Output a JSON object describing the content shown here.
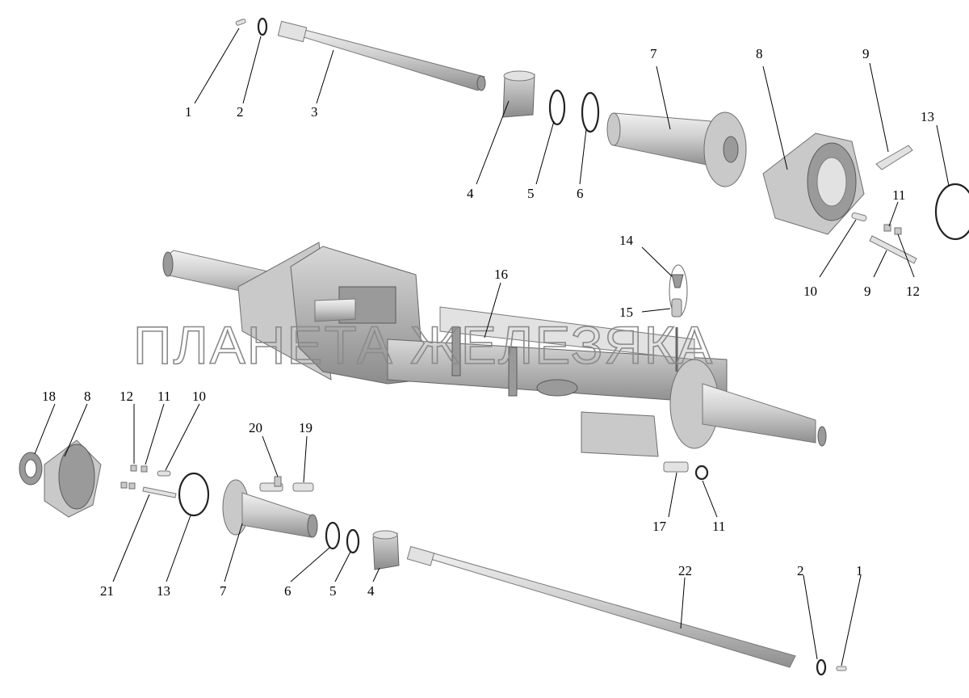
{
  "watermark": "ПЛАНЕТА ЖЕЛЕЗЯКА",
  "callouts": [
    {
      "id": "c1a",
      "label": "1"
    },
    {
      "id": "c2a",
      "label": "2"
    },
    {
      "id": "c3",
      "label": "3"
    },
    {
      "id": "c4a",
      "label": "4"
    },
    {
      "id": "c5a",
      "label": "5"
    },
    {
      "id": "c6a",
      "label": "6"
    },
    {
      "id": "c7a",
      "label": "7"
    },
    {
      "id": "c8a",
      "label": "8"
    },
    {
      "id": "c9a",
      "label": "9"
    },
    {
      "id": "c13a",
      "label": "13"
    },
    {
      "id": "c11a",
      "label": "11"
    },
    {
      "id": "c10a",
      "label": "10"
    },
    {
      "id": "c9b",
      "label": "9"
    },
    {
      "id": "c12a",
      "label": "12"
    },
    {
      "id": "c14",
      "label": "14"
    },
    {
      "id": "c15",
      "label": "15"
    },
    {
      "id": "c16",
      "label": "16"
    },
    {
      "id": "c18",
      "label": "18"
    },
    {
      "id": "c8b",
      "label": "8"
    },
    {
      "id": "c12b",
      "label": "12"
    },
    {
      "id": "c11b",
      "label": "11"
    },
    {
      "id": "c10b",
      "label": "10"
    },
    {
      "id": "c20",
      "label": "20"
    },
    {
      "id": "c19",
      "label": "19"
    },
    {
      "id": "c17",
      "label": "17"
    },
    {
      "id": "c11c",
      "label": "11"
    },
    {
      "id": "c21",
      "label": "21"
    },
    {
      "id": "c13b",
      "label": "13"
    },
    {
      "id": "c7b",
      "label": "7"
    },
    {
      "id": "c6b",
      "label": "6"
    },
    {
      "id": "c5b",
      "label": "5"
    },
    {
      "id": "c4b",
      "label": "4"
    },
    {
      "id": "c22",
      "label": "22"
    },
    {
      "id": "c2b",
      "label": "2"
    },
    {
      "id": "c1b",
      "label": "1"
    }
  ]
}
